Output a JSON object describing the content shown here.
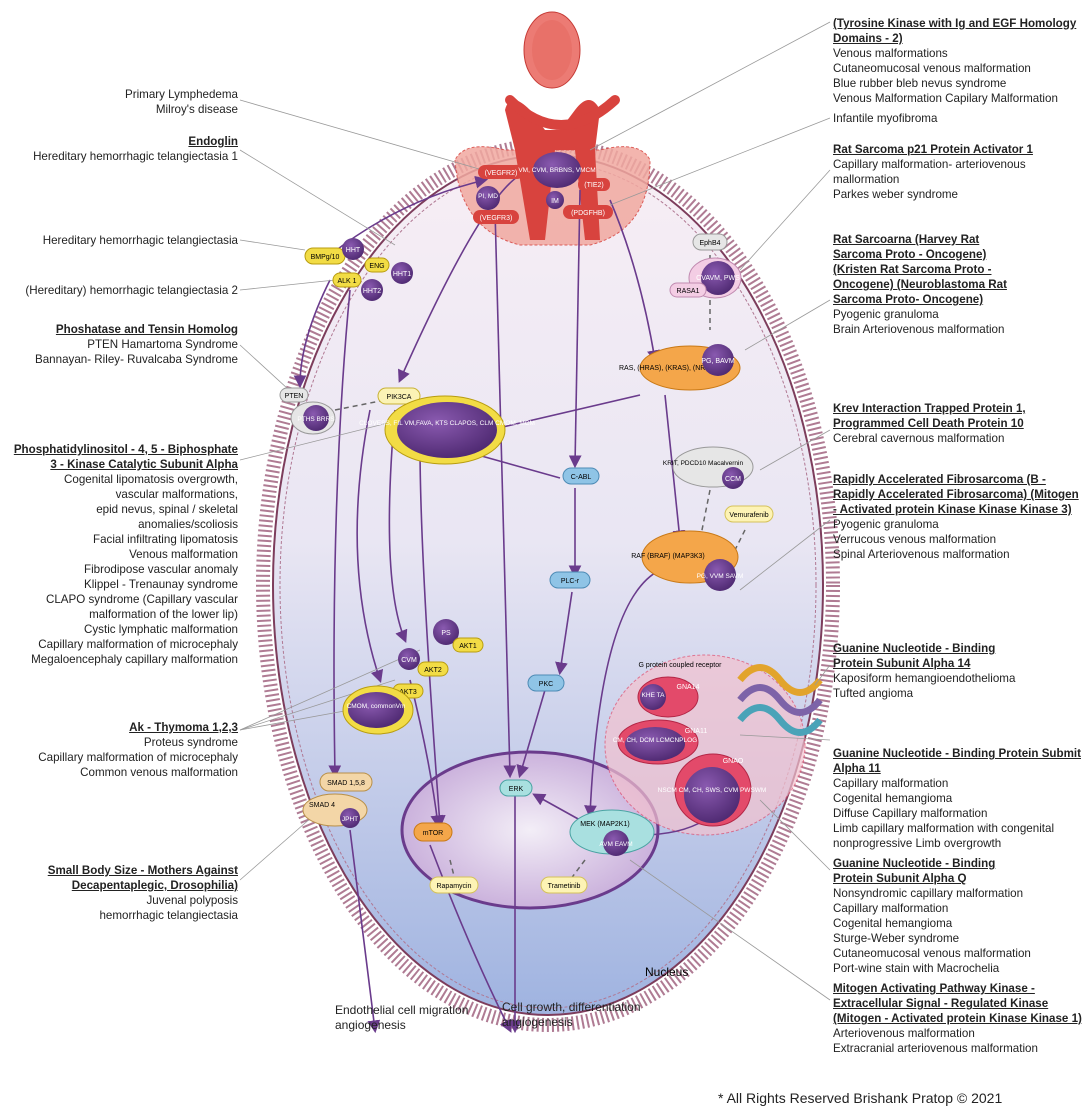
{
  "left_annotations": [
    {
      "id": "lymph",
      "title": "",
      "lines": [
        "Primary Lymphedema",
        "Milroy's disease"
      ]
    },
    {
      "id": "endoglin",
      "title": "Endoglin",
      "lines": [
        "Hereditary hemorrhagic telangiectasia 1"
      ]
    },
    {
      "id": "hht",
      "title": "",
      "lines": [
        "Hereditary hemorrhagic telangiectasia"
      ]
    },
    {
      "id": "hht2",
      "title": "",
      "lines": [
        "(Hereditary) hemorrhagic telangiectasia 2"
      ]
    },
    {
      "id": "pten",
      "title": "Phoshatase and Tensin Homolog",
      "lines": [
        "PTEN Hamartoma Syndrome",
        "Bannayan- Riley- Ruvalcaba Syndrome"
      ]
    },
    {
      "id": "pik3ca",
      "title": "Phosphatidylinositol - 4, 5 - Biphosphate 3 - Kinase Catalytic Subunit Alpha",
      "lines": [
        "Cogenital lipomatosis overgrowth,",
        "vascular malformations,",
        "epid nevus, spinal / skeletal",
        "anomalies/scoliosis",
        "Facial infiltrating lipomatosis",
        "Venous malformation",
        "Fibrodipose vascular anomaly",
        "Klippel - Trenaunay syndrome",
        "CLAPO syndrome (Capillary vascular",
        "malformation of the lower lip)",
        "Cystic lymphatic malformation",
        "Capillary malformation of microcephaly",
        "Megaloencephaly capillary malformation"
      ]
    },
    {
      "id": "akt",
      "title": "Ak - Thymoma 1,2,3",
      "lines": [
        "Proteus syndrome",
        "Capillary malformation of microcephaly",
        "Common venous malformation"
      ]
    },
    {
      "id": "smad",
      "title": "Small Body Size - Mothers Against Decapentaplegic, Drosophilia)",
      "lines": [
        "Juvenal polyposis",
        "hemorrhagic telangiectasia"
      ]
    }
  ],
  "right_annotations": [
    {
      "id": "tie",
      "title": "(Tyrosine Kinase with Ig and EGF Homology Domains - 2)",
      "lines": [
        "Venous malformations",
        "Cutaneomucosal venous malformation",
        "Blue rubber bleb nevus syndrome",
        "Venous Malformation Capilary Malformation"
      ]
    },
    {
      "id": "myo",
      "title": "",
      "lines": [
        "Infantile myofibroma"
      ]
    },
    {
      "id": "rasa",
      "title": "Rat Sarcoma p21 Protein Activator 1",
      "lines": [
        "Capillary malformation- arteriovenous",
        "mallormation",
        "Parkes weber syndrome"
      ]
    },
    {
      "id": "ras",
      "title": "Rat Sarcoarna (Harvey Rat Sarcoma Proto - Oncogene) (Kristen Rat Sarcoma Proto - Oncogene) (Neuroblastoma Rat Sarcoma Proto- Oncogene)",
      "lines": [
        "Pyogenic granuloma",
        "Brain Arteriovenous malformation"
      ]
    },
    {
      "id": "krit",
      "title": "Krev Interaction Trapped Protein 1, Programmed Cell Death Protein 10",
      "lines": [
        "Cerebral cavernous malformation"
      ]
    },
    {
      "id": "raf",
      "title": "Rapidly Accelerated Fibrosarcoma (B - Rapidly Accelerated Fibrosarcoma) (Mitogen - Activated protein Kinase Kinase Kinase 3)",
      "lines": [
        "Pyogenic granuloma",
        "Verrucous venous malformation",
        "Spinal Arteriovenous malformation"
      ]
    },
    {
      "id": "gna14",
      "title": "Guanine Nucleotide - Binding Protein Subunit Alpha 14",
      "lines": [
        "Kaposiform hemangioendothelioma",
        "Tufted angioma"
      ]
    },
    {
      "id": "gna11",
      "title": "Guanine Nucleotide - Binding Protein Submit Alpha 11",
      "lines": [
        "Capillary malformation",
        "Cogenital hemangioma",
        "Diffuse Capillary malformation",
        "Limb capillary malformation with congenital",
        "nonprogressive Limb overgrowth"
      ]
    },
    {
      "id": "gnaq",
      "title": "Guanine Nucleotide - Binding Protein Subunit Alpha Q",
      "lines": [
        "Nonsyndromic capillary malformation",
        "Capillary malformation",
        "Cogenital hemangioma",
        "Sturge-Weber syndrome",
        "Cutaneomucosal venous malformation",
        "Port-wine stain with Macrochelia"
      ]
    },
    {
      "id": "mapk",
      "title": "Mitogen Activating Pathway Kinase - Extracellular Signal - Regulated Kinase (Mitogen - Activated protein Kinase Kinase 1)",
      "lines": [
        "Arteriovenous malformation",
        "Extracranial arteriovenous malformation"
      ]
    }
  ],
  "nodes": {
    "vegfr2": "(VEGFR2)",
    "pimd": "PI, MD",
    "vegfr3": "(VEGFR3)",
    "vmcvm": "VM, CVM, BRBNS, VMCM",
    "im": "IM",
    "tie2": "(TIE2)",
    "pdgfrb": "(PDGFHB)",
    "ephb4": "EphB4",
    "cvavm": "CVAVM, PWS",
    "rasa1": "RASA1",
    "bmp": "BMPg/10",
    "hht": "HHT",
    "eng": "ENG",
    "hht1": "HHT1",
    "alk1": "ALK 1",
    "hht2": "HHT2",
    "pten": "PTEN",
    "pths": "PTHS BRRS",
    "pik3ca": "PIK3CA",
    "clovess": "CLOVESS, FIL VM,FAVA, KTS CLAPOS, CLM CMOM, MCM",
    "ras": "RAS, (HRAS), (KRAS), (NRAS)",
    "pgbavm": "PG, BAVM",
    "cabl": "C-ABL",
    "krit": "KRIT, PDCD10 Macalvernin",
    "ccm": "CCM",
    "vemurafenib": "Vemurafenib",
    "raf": "RAF (BRAF) (MAP3K3)",
    "pgvvm": "PG, VVM SAVM",
    "plcr": "PLC-r",
    "pkc": "PKC",
    "ps": "PS",
    "akt1": "AKT1",
    "cvm": "CVM",
    "akt2": "AKT2",
    "akt3": "AKT3",
    "cmom": "CMOM, commonVm",
    "gpcr": "G protein coupled receptor",
    "khe": "KHE TA",
    "gna14": "GNA14",
    "cm": "CM, CH, DCM LCMCNPLOG",
    "gna11": "GNA11",
    "gnao": "GNAO",
    "nscm": "NSCM CM, CH, SWS, CVM PWSWM",
    "smad158": "SMAD 1,5,8",
    "smad4": "SMAD 4",
    "jpht": "JPHT",
    "erk": "ERK",
    "mtor": "mTOR",
    "rapamycin": "Rapamycin",
    "mek": "MEK (MAP2K1)",
    "avm": "AVM EAVM",
    "trametinib": "Trametinib",
    "nucleus": "Nucleus"
  },
  "outcomes": {
    "migration": [
      "Endothelial cell migration",
      "angiogenesis"
    ],
    "growth": [
      "Cell growth, differentiation",
      "angiogenesis"
    ]
  },
  "copyright": "* All Rights Reserved Brishank Pratop © 2021",
  "colors": {
    "red": "#d8433e",
    "purple": "#6a3b8c",
    "yellow": "#f2dc45",
    "orange": "#f4a64a",
    "blue": "#8fc4e6",
    "pink": "#e34a6a",
    "gray": "#c9c9c9",
    "membrane": "#9b5a78"
  }
}
